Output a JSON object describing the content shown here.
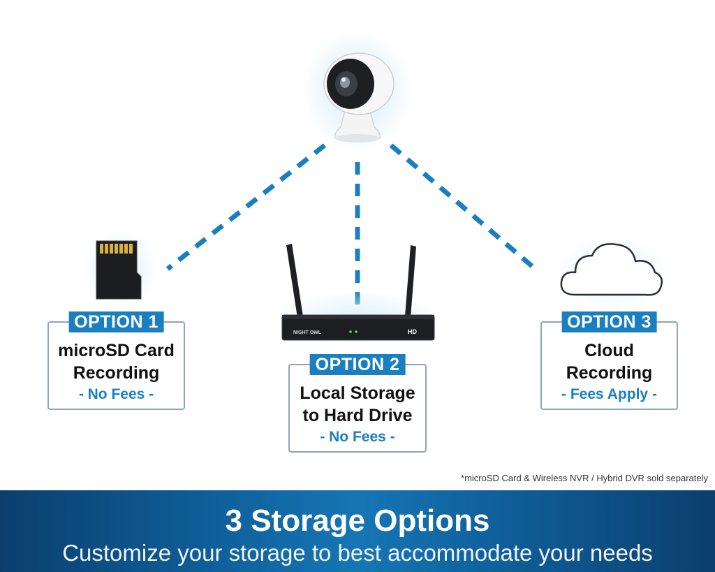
{
  "diagram": {
    "options": [
      {
        "tag": "OPTION 1",
        "title_lines": [
          "microSD Card",
          "Recording"
        ],
        "fee": "- No Fees -"
      },
      {
        "tag": "OPTION 2",
        "title_lines": [
          "Local Storage",
          "to Hard Drive"
        ],
        "fee": "- No Fees -"
      },
      {
        "tag": "OPTION 3",
        "title_lines": [
          "Cloud",
          "Recording"
        ],
        "fee": "- Fees Apply -"
      }
    ],
    "nvr_brand": "NIGHT OWL",
    "nvr_model": "HD",
    "connection_color": "#1a7fc1",
    "accent_color": "#1a7fc1",
    "footnote": "*microSD Card & Wireless NVR / Hybrid DVR sold separately"
  },
  "banner": {
    "title": "3 Storage Options",
    "subtitle": "Customize your storage to best accommodate your needs",
    "color": "#0f5f9a"
  }
}
